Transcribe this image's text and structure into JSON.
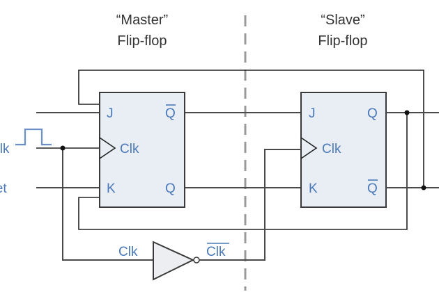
{
  "titles": {
    "master_line1": "“Master”",
    "master_line2": "Flip-flop",
    "slave_line1": "“Slave”",
    "slave_line2": "Flip-flop"
  },
  "inputs": {
    "clock_label": "Clk",
    "reset_label": "Reset"
  },
  "master": {
    "pin_j": "J",
    "pin_k": "K",
    "pin_clk": "Clk",
    "pin_qbar": "Q",
    "pin_q": "Q"
  },
  "slave": {
    "pin_j": "J",
    "pin_k": "K",
    "pin_clk": "Clk",
    "pin_q": "Q",
    "pin_qbar": "Q"
  },
  "inverter": {
    "input_label": "Clk",
    "output_label": "Clk"
  },
  "colors": {
    "label_blue": "#4a78b8",
    "box_fill": "#e9eef5",
    "wire": "#4a4a4a",
    "divider": "#999999"
  }
}
